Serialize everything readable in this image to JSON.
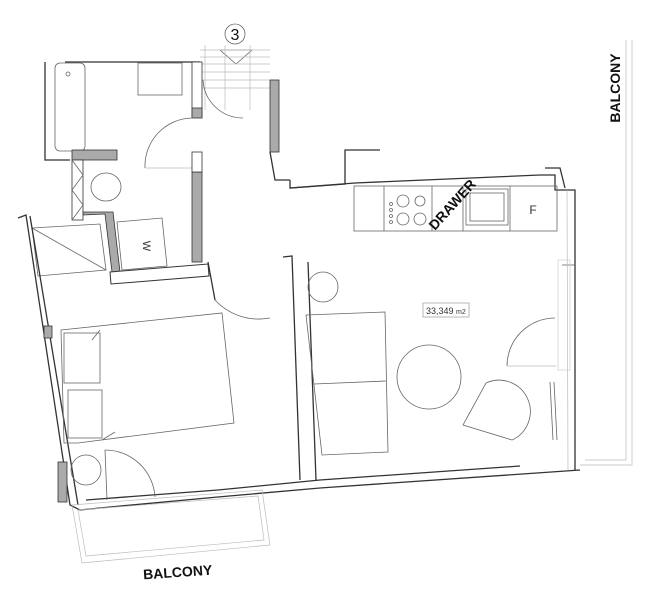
{
  "plan": {
    "stair_marker": "3",
    "balcony_right": "BALCONY",
    "balcony_bottom": "BALCONY",
    "drawer_label": "DRAWER",
    "fridge_label": "F",
    "washer_label": "W",
    "area_value": "33,349",
    "area_unit": "m2"
  }
}
